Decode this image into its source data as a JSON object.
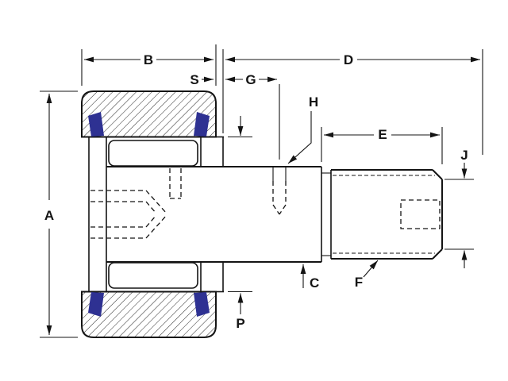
{
  "drawing": {
    "labels": {
      "A": "A",
      "B": "B",
      "C": "C",
      "D": "D",
      "E": "E",
      "F": "F",
      "G": "G",
      "H": "H",
      "J": "J",
      "P": "P",
      "S": "S"
    },
    "colors": {
      "line": "#141414",
      "seal": "#2e3192",
      "hatch": "#2a2a2a",
      "background": "#ffffff"
    }
  }
}
